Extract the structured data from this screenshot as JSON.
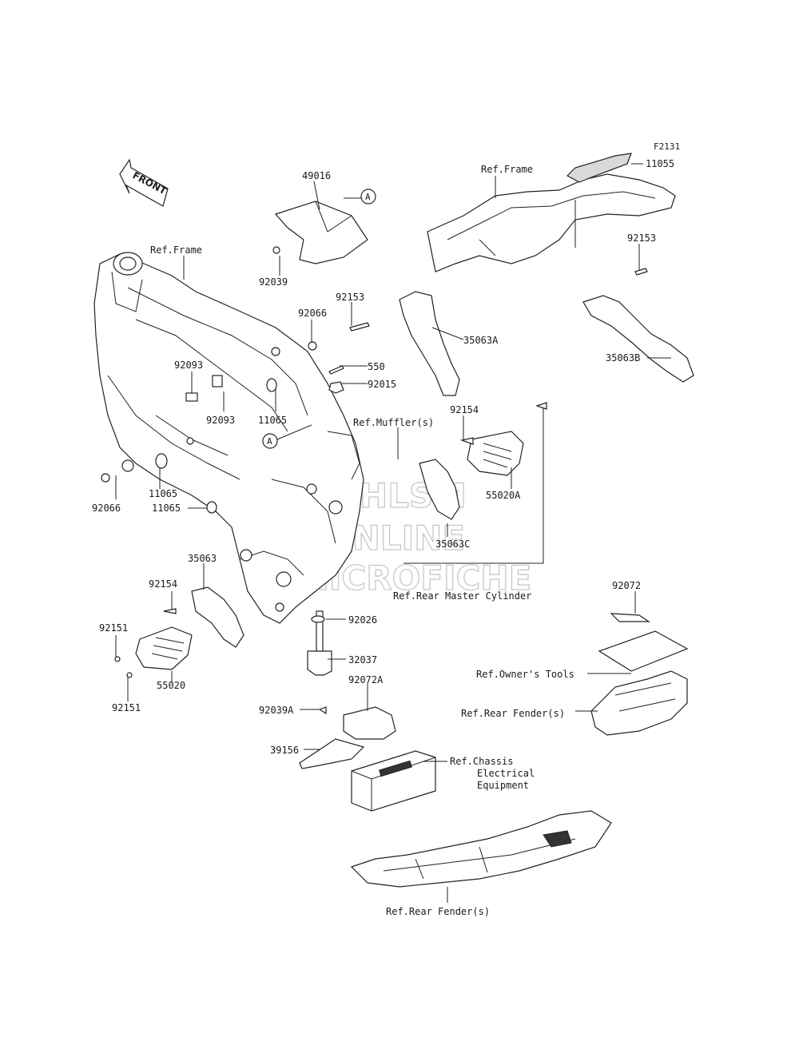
{
  "diagram_code": "F2131",
  "front_arrow": "FRONT",
  "watermark": [
    "HLSM",
    "ONLINE",
    "MICROFICHE"
  ],
  "callout_letter": "A",
  "labels": {
    "ref_frame_top": "Ref.Frame",
    "p11055": "11055",
    "p92153_r": "92153",
    "p35063b": "35063B",
    "p49016": "49016",
    "p92039": "92039",
    "ref_frame_left": "Ref.Frame",
    "p92066_top": "92066",
    "p92153_m": "92153",
    "p35063a": "35063A",
    "p550": "550",
    "p92015": "92015",
    "p92093_a": "92093",
    "p92093_b": "92093",
    "p11065_a": "11065",
    "ref_muffler": "Ref.Muffler(s)",
    "p92154_r": "92154",
    "p55020a": "55020A",
    "p35063c": "35063C",
    "p92066_l": "92066",
    "p11065_b": "11065",
    "p11065_c": "11065",
    "ref_rear_master": "Ref.Rear Master Cylinder",
    "p35063": "35063",
    "p92154_l": "92154",
    "p92151_a": "92151",
    "p55020": "55020",
    "p92151_b": "92151",
    "p92026": "92026",
    "p32037": "32037",
    "p92072": "92072",
    "ref_owners_tools": "Ref.Owner's Tools",
    "ref_rear_fender_r": "Ref.Rear Fender(s)",
    "p92072a": "92072A",
    "p92039a": "92039A",
    "p39156": "39156",
    "ref_chassis_1": "Ref.Chassis",
    "ref_chassis_2": "Electrical",
    "ref_chassis_3": "Equipment",
    "ref_rear_fender_b": "Ref.Rear Fender(s)"
  }
}
